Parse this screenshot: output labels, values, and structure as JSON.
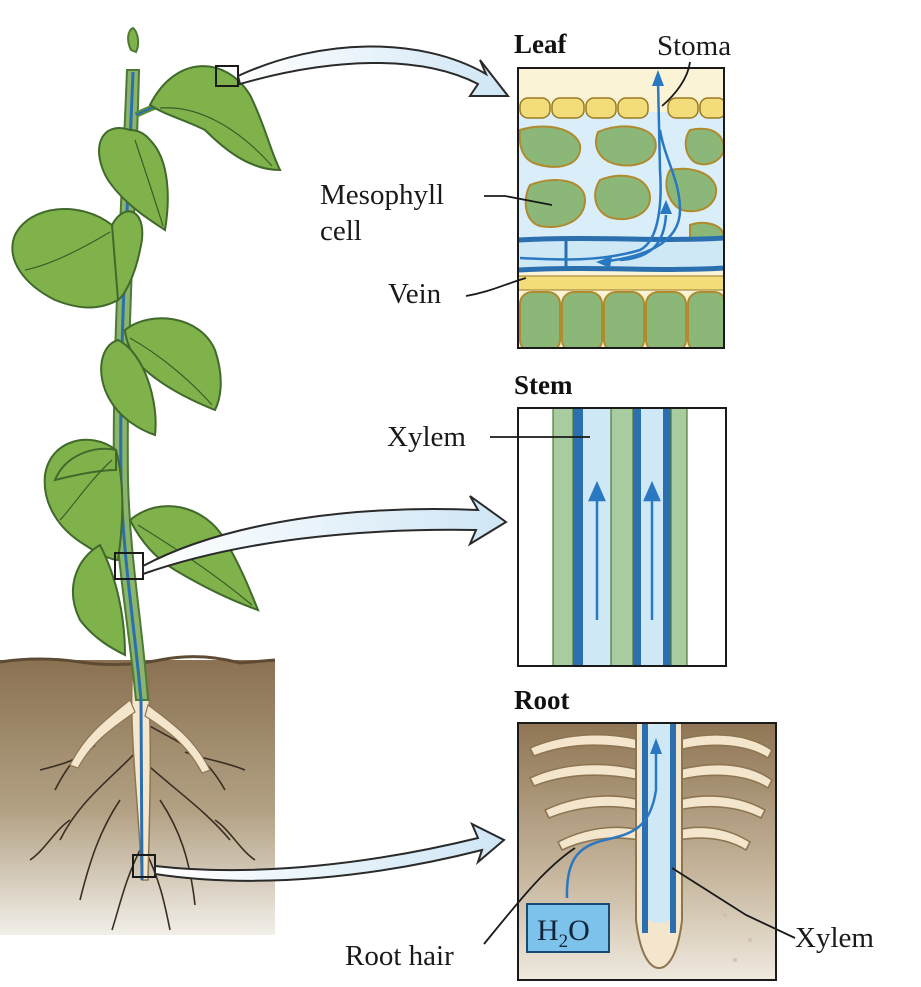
{
  "panels": {
    "leaf": {
      "title": "Leaf",
      "labels": {
        "stoma": "Stoma",
        "mesophyll_line1": "Mesophyll",
        "mesophyll_line2": "cell",
        "vein": "Vein"
      }
    },
    "stem": {
      "title": "Stem",
      "labels": {
        "xylem": "Xylem"
      }
    },
    "root": {
      "title": "Root",
      "labels": {
        "root_hair": "Root hair",
        "xylem": "Xylem",
        "water_main": "H",
        "water_sub": "2",
        "water_end": "O"
      }
    }
  },
  "colors": {
    "leaf_green": "#7fb24a",
    "mesophyll_green": "#8bb878",
    "epidermis_yellow": "#f2dd7a",
    "xylem_blue": "#2b6fae",
    "water_light": "#cfe8f6",
    "soil_brown": "#8a7152",
    "root_cream": "#f4e6cc"
  }
}
